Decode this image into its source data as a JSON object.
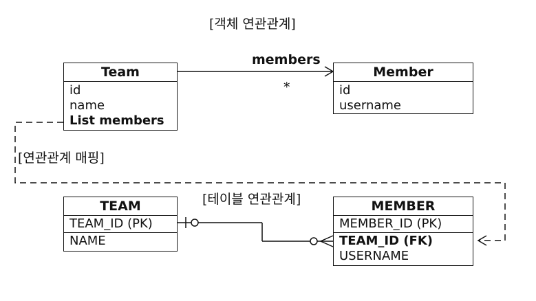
{
  "titles": {
    "object_relation": "[객체 연관관계]",
    "mapping": "[연관관계 매핑]",
    "table_relation": "[테이블 연관관계]"
  },
  "object_model": {
    "team": {
      "name": "Team",
      "fields": [
        "id",
        "name",
        "List members"
      ]
    },
    "member": {
      "name": "Member",
      "fields": [
        "id",
        "username"
      ]
    },
    "association_label": "members",
    "multiplicity": "*"
  },
  "table_model": {
    "team": {
      "name": "TEAM",
      "pk": "TEAM_ID (PK)",
      "columns": [
        "NAME"
      ]
    },
    "member": {
      "name": "MEMBER",
      "pk": "MEMBER_ID (PK)",
      "fk": "TEAM_ID (FK)",
      "columns": [
        "USERNAME"
      ]
    }
  }
}
